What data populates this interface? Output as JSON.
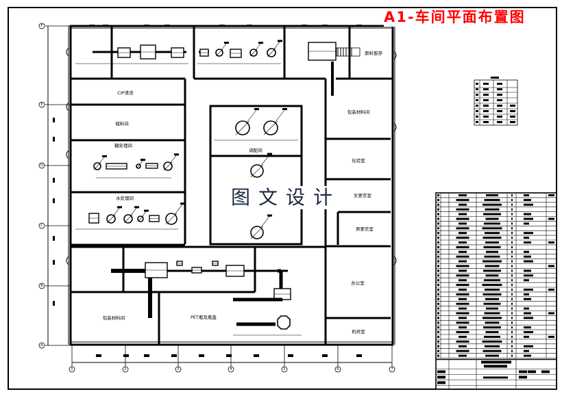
{
  "drawing_title": "A1-车间平面布置图",
  "watermark": "图文设计",
  "colors": {
    "title": "#ff0000",
    "lines": "#000000",
    "watermark": "#1a2540"
  },
  "rooms": {
    "raw_storage": "原料暂存",
    "cip": "CIP清洗",
    "storage": "储料间",
    "sugar": "糖处理间",
    "water": "水处理间",
    "blending": "调配间",
    "packaging_right": "包装材料间",
    "lab": "化验室",
    "female_locker": "女更衣室",
    "male_locker": "男更衣室",
    "office": "办公室",
    "repair": "机修室",
    "packaging_left": "包装材料间",
    "pet": "PET瓶及瓶盖"
  },
  "grid_rows": [
    "F",
    "E",
    "D",
    "C",
    "B",
    "A"
  ],
  "grid_cols": [
    "1",
    "2",
    "3",
    "4",
    "5",
    "6",
    "7"
  ]
}
